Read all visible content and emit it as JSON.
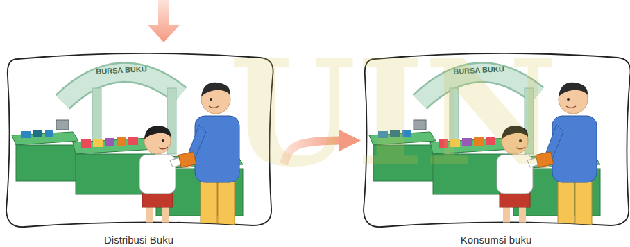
{
  "diagram": {
    "nodes": [
      {
        "text": [
          "BURSA BUKU",
          "Distribusi Buku"
        ]
      },
      {
        "text": [
          "BURSA BUKU",
          "Konsumsi buku"
        ]
      }
    ],
    "edges": [
      {
        "from": 0,
        "to": 1,
        "arrow": "to"
      }
    ],
    "labels": [
      "UIN"
    ]
  }
}
